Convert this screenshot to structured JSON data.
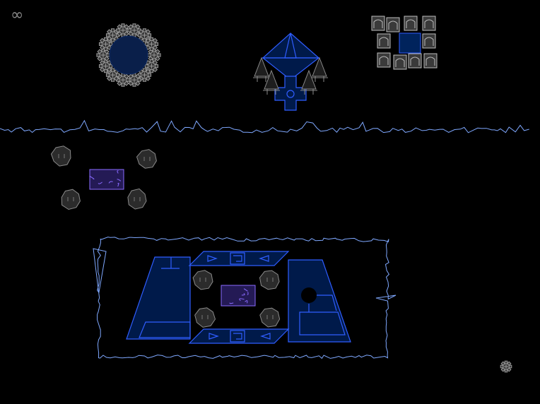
{
  "hud": {
    "lives_icon": "infinity-icon",
    "lives_symbol": "∞"
  },
  "palette": {
    "background": "#000000",
    "terrain_line": "#7fa8ff",
    "structure_stroke": "#2f5dff",
    "structure_fill": "#001a4a",
    "rock_fill": "#2b2b2b",
    "rock_stroke": "#8a8a8a",
    "gear_fill": "#3a3a3a",
    "gear_stroke": "#9a9a9a",
    "crate_fill": "#3a3a3a",
    "crate_stroke": "#bdbdbd",
    "marble_stroke": "#8a6bff",
    "marble_fill": "#241a55"
  },
  "objects": [
    {
      "name": "gear-ring",
      "kind": "gear ring around dark blue core"
    },
    {
      "name": "crystal-spire",
      "kind": "blue diamond structure with trees"
    },
    {
      "name": "crate-cluster",
      "kind": "grey blocks around blue square"
    },
    {
      "name": "rocks-left",
      "kind": "four grey rocks around purple tile"
    },
    {
      "name": "arena",
      "kind": "fenced area with two blue buildings, bridges, rocks and tile"
    },
    {
      "name": "small-gear",
      "kind": "small gear in bottom-right"
    }
  ]
}
